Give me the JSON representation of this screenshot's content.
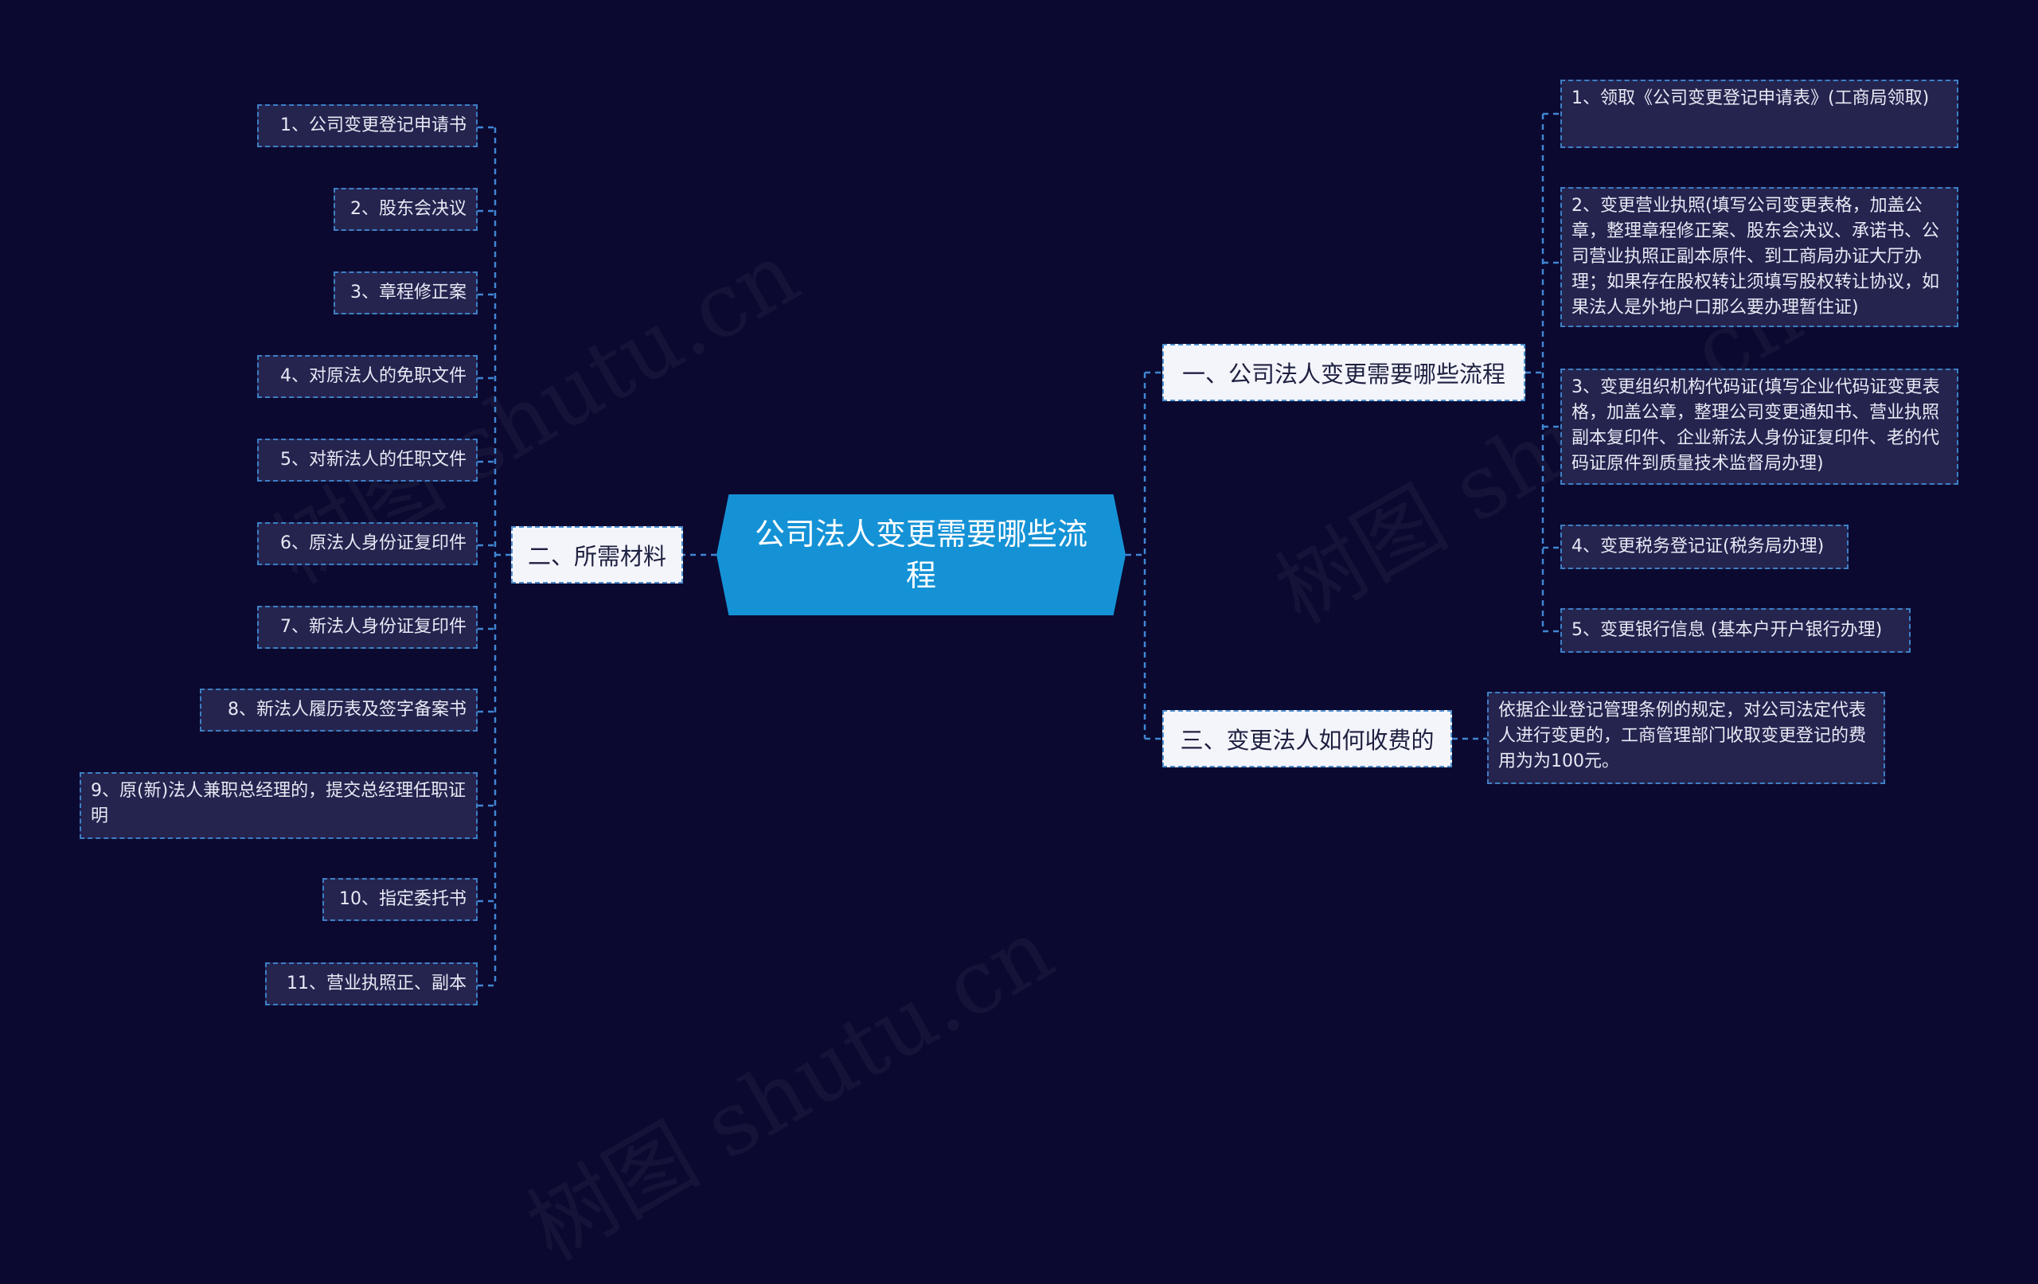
{
  "root": {
    "label": "公司法人变更需要哪些流程"
  },
  "watermarks": [
    "树图 shutu.cn",
    "树图 shutu.cn",
    "树图 shutu.cn"
  ],
  "branches": {
    "materials": {
      "label": "二、所需材料",
      "items": [
        "1、公司变更登记申请书",
        "2、股东会决议",
        "3、章程修正案",
        "4、对原法人的免职文件",
        "5、对新法人的任职文件",
        "6、原法人身份证复印件",
        "7、新法人身份证复印件",
        "8、新法人履历表及签字备案书",
        "9、原(新)法人兼职总经理的，提交总经理任职证明",
        "10、指定委托书",
        "11、营业执照正、副本"
      ]
    },
    "process": {
      "label": "一、公司法人变更需要哪些流程",
      "items": [
        "1、领取《公司变更登记申请表》(工商局领取)",
        "2、变更营业执照(填写公司变更表格，加盖公章，整理章程修正案、股东会决议、承诺书、公司营业执照正副本原件、到工商局办证大厅办理；如果存在股权转让须填写股权转让协议，如果法人是外地户口那么要办理暂住证)",
        "3、变更组织机构代码证(填写企业代码证变更表格，加盖公章，整理公司变更通知书、营业执照副本复印件、企业新法人身份证复印件、老的代码证原件到质量技术监督局办理)",
        "4、变更税务登记证(税务局办理)",
        "5、变更银行信息 (基本户开户银行办理)"
      ]
    },
    "fees": {
      "label": "三、变更法人如何收费的",
      "items": [
        "依据企业登记管理条例的规定，对公司法定代表人进行变更的，工商管理部门收取变更登记的费用为为100元。"
      ]
    }
  }
}
